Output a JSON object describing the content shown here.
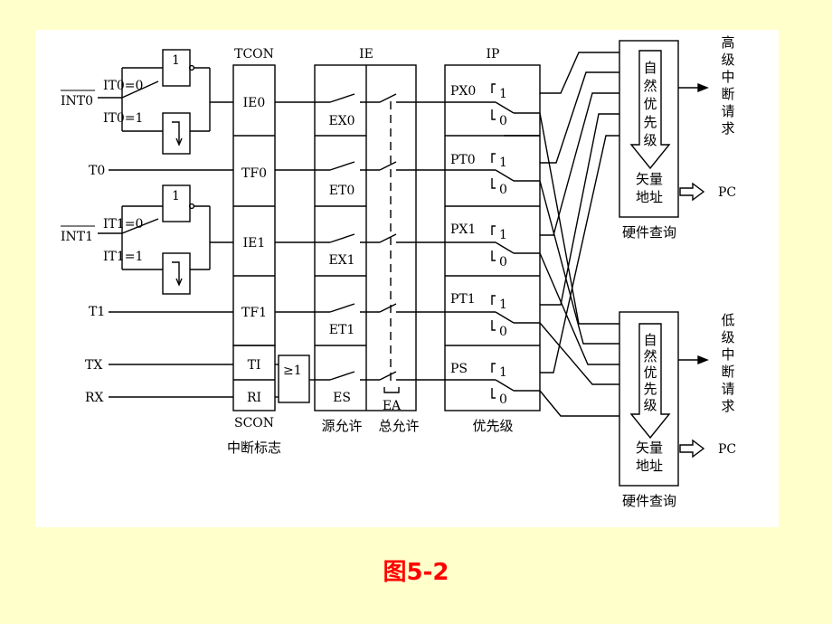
{
  "colors": {
    "slide_bg": "#ffffcc",
    "panel_bg": "#ffffff",
    "caption": "#ff0000",
    "ink": "#000000"
  },
  "caption": "图5-2",
  "headers": {
    "tcon": "TCON",
    "ie": "IE",
    "ip": "IP",
    "scon": "SCON"
  },
  "inputs": {
    "int0": "INT0",
    "int1": "INT1",
    "t0": "T0",
    "t1": "T1",
    "tx": "TX",
    "rx": "RX"
  },
  "it": {
    "it0_0": "IT0=0",
    "it0_1": "IT0=1",
    "it1_0": "IT1=0",
    "it1_1": "IT1=1"
  },
  "gate_one": "1",
  "tcon_flags": [
    "IE0",
    "TF0",
    "IE1",
    "TF1"
  ],
  "scon_flags": [
    "TI",
    "RI"
  ],
  "or_gate": "≥1",
  "ie_bits": [
    "EX0",
    "ET0",
    "EX1",
    "ET1",
    "ES"
  ],
  "ea": "EA",
  "ip_bits": [
    "PX0",
    "PT0",
    "PX1",
    "PT1",
    "PS"
  ],
  "ip_hi": "1",
  "ip_lo": "0",
  "labels": {
    "interrupt_flags": "中断标志",
    "source_enable": "源允许",
    "global_enable": "总允许",
    "priority": "优先级"
  },
  "high_box": {
    "arrow_text": [
      "自",
      "然",
      "优",
      "先",
      "级"
    ],
    "vector": [
      "矢量",
      "地址"
    ],
    "pc": "PC",
    "query": "硬件查询",
    "request": [
      "高",
      "级",
      "中",
      "断",
      "请",
      "求"
    ]
  },
  "low_box": {
    "arrow_text": [
      "自",
      "然",
      "优",
      "先",
      "级"
    ],
    "vector": [
      "矢量",
      "地址"
    ],
    "pc": "PC",
    "query": "硬件查询",
    "request": [
      "低",
      "级",
      "中",
      "断",
      "请",
      "求"
    ]
  }
}
